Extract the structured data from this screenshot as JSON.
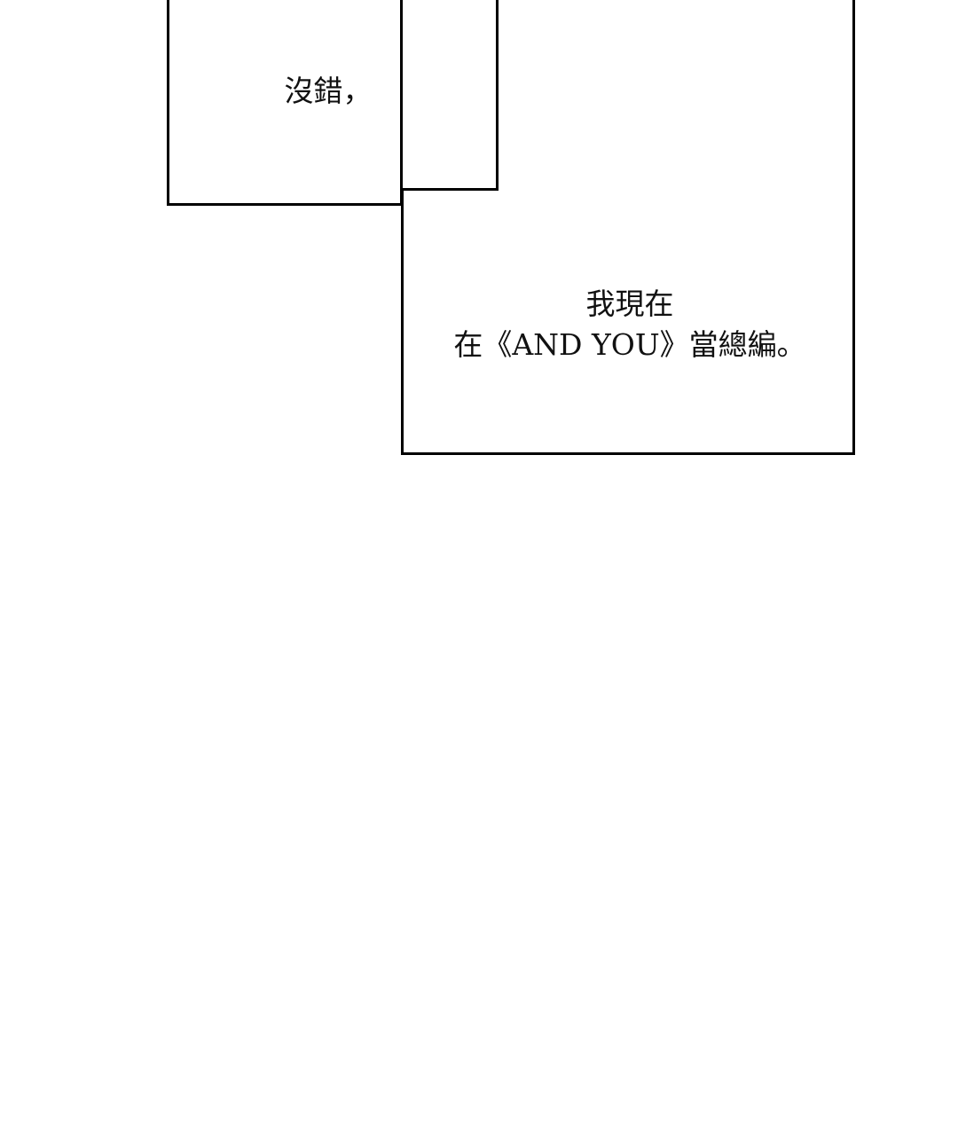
{
  "bubbles": [
    {
      "text": "沒錯，"
    },
    {
      "line1": "我現在",
      "line2": "在《AND YOU》當總編。"
    }
  ]
}
